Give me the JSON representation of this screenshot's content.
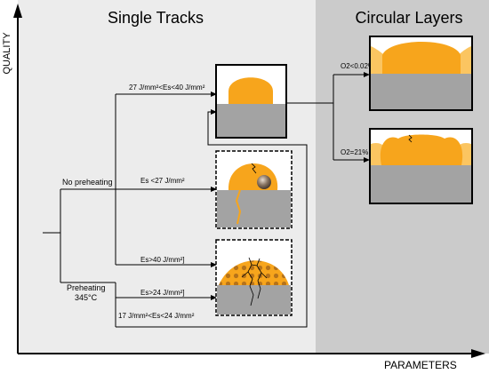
{
  "axes": {
    "y_label": "QUALITY",
    "x_label": "PARAMETERS"
  },
  "panels": {
    "single_tracks_title": "Single Tracks",
    "circular_layers_title": "Circular Layers"
  },
  "colors": {
    "left_panel_bg": "#ececec",
    "right_panel_bg": "#cbcbcb",
    "melt_orange": "#f7a51c",
    "melt_light": "#fbc561",
    "substrate_gray": "#a3a3a3",
    "line": "#000000"
  },
  "branches": {
    "no_preheating": "No preheating",
    "preheating_line1": "Preheating",
    "preheating_line2": "345°C"
  },
  "conditions": {
    "good_single": "27 J/mm²<Es<40 J/mm²",
    "low_energy": "Es <27 J/mm²",
    "high_energy": "Es>40 J/mm²]",
    "preheat_high": "Es>24 J/mm²]",
    "preheat_good": "17 J/mm²<Es<24 J/mm²",
    "oxygen_low": "O2<0.02%",
    "oxygen_high": "O2=21%"
  }
}
